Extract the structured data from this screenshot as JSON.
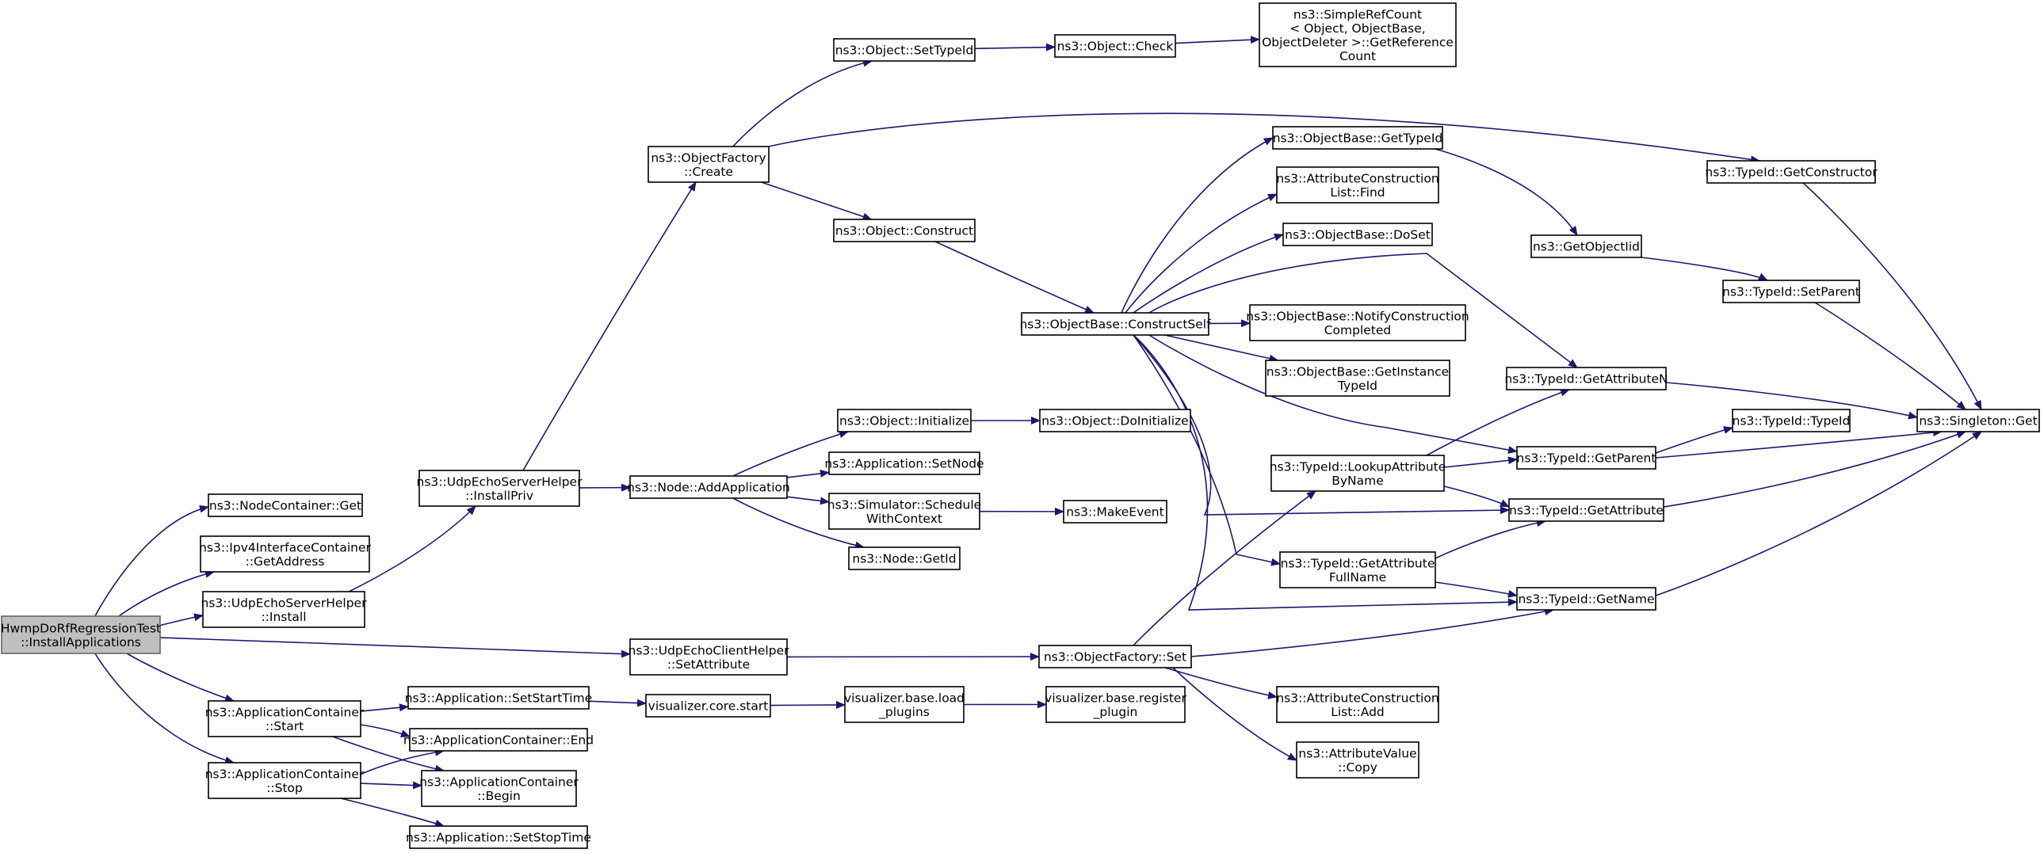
{
  "diagram": {
    "title": "",
    "edge_color": "#191970",
    "root_fill": "#bfbfbf",
    "nodes": [
      {
        "id": "root",
        "lines": [
          "HwmpDoRfRegressionTest",
          "::InstallApplications"
        ]
      },
      {
        "id": "nc_get",
        "lines": [
          "ns3::NodeContainer::Get"
        ]
      },
      {
        "id": "ipv4_getaddr",
        "lines": [
          "ns3::Ipv4InterfaceContainer",
          "::GetAddress"
        ]
      },
      {
        "id": "udpserver_install",
        "lines": [
          "ns3::UdpEchoServerHelper",
          "::Install"
        ]
      },
      {
        "id": "ac_start",
        "lines": [
          "ns3::ApplicationContainer",
          "::Start"
        ]
      },
      {
        "id": "ac_stop",
        "lines": [
          "ns3::ApplicationContainer",
          "::Stop"
        ]
      },
      {
        "id": "udpserver_installpriv",
        "lines": [
          "ns3::UdpEchoServerHelper",
          "::InstallPriv"
        ]
      },
      {
        "id": "app_setstarttime",
        "lines": [
          "ns3::Application::SetStartTime"
        ]
      },
      {
        "id": "ac_end",
        "lines": [
          "ns3::ApplicationContainer::End"
        ]
      },
      {
        "id": "ac_begin",
        "lines": [
          "ns3::ApplicationContainer",
          "::Begin"
        ]
      },
      {
        "id": "app_setstoptime",
        "lines": [
          "ns3::Application::SetStopTime"
        ]
      },
      {
        "id": "objfactory_create",
        "lines": [
          "ns3::ObjectFactory",
          "::Create"
        ]
      },
      {
        "id": "node_addapp",
        "lines": [
          "ns3::Node::AddApplication"
        ]
      },
      {
        "id": "udpclient_setattr",
        "lines": [
          "ns3::UdpEchoClientHelper",
          "::SetAttribute"
        ]
      },
      {
        "id": "viz_core_start",
        "lines": [
          "visualizer.core.start"
        ]
      },
      {
        "id": "obj_settypeid",
        "lines": [
          "ns3::Object::SetTypeId"
        ]
      },
      {
        "id": "obj_construct",
        "lines": [
          "ns3::Object::Construct"
        ]
      },
      {
        "id": "obj_initialize",
        "lines": [
          "ns3::Object::Initialize"
        ]
      },
      {
        "id": "app_setnode",
        "lines": [
          "ns3::Application::SetNode"
        ]
      },
      {
        "id": "sim_schedule",
        "lines": [
          "ns3::Simulator::Schedule",
          "WithContext"
        ]
      },
      {
        "id": "node_getid",
        "lines": [
          "ns3::Node::GetId"
        ]
      },
      {
        "id": "viz_load_plugins",
        "lines": [
          "visualizer.base.load",
          "_plugins"
        ]
      },
      {
        "id": "obj_check",
        "lines": [
          "ns3::Object::Check"
        ]
      },
      {
        "id": "objbase_constructself",
        "lines": [
          "ns3::ObjectBase::ConstructSelf"
        ]
      },
      {
        "id": "obj_doinitialize",
        "lines": [
          "ns3::Object::DoInitialize"
        ]
      },
      {
        "id": "makeevent",
        "lines": [
          "ns3::MakeEvent"
        ]
      },
      {
        "id": "objfactory_set",
        "lines": [
          "ns3::ObjectFactory::Set"
        ]
      },
      {
        "id": "viz_register_plugin",
        "lines": [
          "visualizer.base.register",
          "_plugin"
        ]
      },
      {
        "id": "simplerefcount",
        "lines": [
          "ns3::SimpleRefCount",
          "< Object, ObjectBase,",
          "ObjectDeleter >::GetReference",
          "Count"
        ]
      },
      {
        "id": "objbase_gettypeid",
        "lines": [
          "ns3::ObjectBase::GetTypeId"
        ]
      },
      {
        "id": "acl_find",
        "lines": [
          "ns3::AttributeConstruction",
          "List::Find"
        ]
      },
      {
        "id": "objbase_doset",
        "lines": [
          "ns3::ObjectBase::DoSet"
        ]
      },
      {
        "id": "objbase_notify",
        "lines": [
          "ns3::ObjectBase::NotifyConstruction",
          "Completed"
        ]
      },
      {
        "id": "objbase_getinstance",
        "lines": [
          "ns3::ObjectBase::GetInstance",
          "TypeId"
        ]
      },
      {
        "id": "typeid_lookupattr",
        "lines": [
          "ns3::TypeId::LookupAttribute",
          "ByName"
        ]
      },
      {
        "id": "typeid_getattrfullname",
        "lines": [
          "ns3::TypeId::GetAttribute",
          "FullName"
        ]
      },
      {
        "id": "acl_add",
        "lines": [
          "ns3::AttributeConstruction",
          "List::Add"
        ]
      },
      {
        "id": "attrvalue_copy",
        "lines": [
          "ns3::AttributeValue",
          "::Copy"
        ]
      },
      {
        "id": "getobjectiid",
        "lines": [
          "ns3::GetObjectIid"
        ]
      },
      {
        "id": "typeid_getattrn",
        "lines": [
          "ns3::TypeId::GetAttributeN"
        ]
      },
      {
        "id": "typeid_getparent",
        "lines": [
          "ns3::TypeId::GetParent"
        ]
      },
      {
        "id": "typeid_getattribute",
        "lines": [
          "ns3::TypeId::GetAttribute"
        ]
      },
      {
        "id": "typeid_getname",
        "lines": [
          "ns3::TypeId::GetName"
        ]
      },
      {
        "id": "typeid_getconstructor",
        "lines": [
          "ns3::TypeId::GetConstructor"
        ]
      },
      {
        "id": "typeid_setparent",
        "lines": [
          "ns3::TypeId::SetParent"
        ]
      },
      {
        "id": "typeid_typeid",
        "lines": [
          "ns3::TypeId::TypeId"
        ]
      },
      {
        "id": "singleton_get",
        "lines": [
          "ns3::Singleton::Get"
        ]
      }
    ],
    "edges": [
      [
        "root",
        "nc_get"
      ],
      [
        "root",
        "ipv4_getaddr"
      ],
      [
        "root",
        "udpserver_install"
      ],
      [
        "root",
        "udpclient_setattr"
      ],
      [
        "root",
        "ac_start"
      ],
      [
        "root",
        "ac_stop"
      ],
      [
        "udpserver_install",
        "udpserver_installpriv"
      ],
      [
        "udpserver_installpriv",
        "objfactory_create"
      ],
      [
        "udpserver_installpriv",
        "node_addapp"
      ],
      [
        "ac_start",
        "app_setstarttime"
      ],
      [
        "ac_start",
        "ac_end"
      ],
      [
        "ac_start",
        "ac_begin"
      ],
      [
        "ac_stop",
        "ac_end"
      ],
      [
        "ac_stop",
        "ac_begin"
      ],
      [
        "ac_stop",
        "app_setstoptime"
      ],
      [
        "app_setstarttime",
        "viz_core_start"
      ],
      [
        "viz_core_start",
        "viz_load_plugins"
      ],
      [
        "viz_load_plugins",
        "viz_register_plugin"
      ],
      [
        "objfactory_create",
        "obj_settypeid"
      ],
      [
        "objfactory_create",
        "obj_construct"
      ],
      [
        "objfactory_create",
        "typeid_getconstructor"
      ],
      [
        "obj_settypeid",
        "obj_check"
      ],
      [
        "obj_check",
        "simplerefcount"
      ],
      [
        "obj_construct",
        "objbase_constructself"
      ],
      [
        "node_addapp",
        "obj_initialize"
      ],
      [
        "node_addapp",
        "app_setnode"
      ],
      [
        "node_addapp",
        "sim_schedule"
      ],
      [
        "node_addapp",
        "node_getid"
      ],
      [
        "obj_initialize",
        "obj_doinitialize"
      ],
      [
        "sim_schedule",
        "makeevent"
      ],
      [
        "udpclient_setattr",
        "objfactory_set"
      ],
      [
        "objfactory_set",
        "typeid_lookupattr"
      ],
      [
        "objfactory_set",
        "typeid_getname"
      ],
      [
        "objfactory_set",
        "acl_add"
      ],
      [
        "objfactory_set",
        "attrvalue_copy"
      ],
      [
        "objbase_constructself",
        "objbase_gettypeid"
      ],
      [
        "objbase_constructself",
        "acl_find"
      ],
      [
        "objbase_constructself",
        "objbase_doset"
      ],
      [
        "objbase_constructself",
        "objbase_notify"
      ],
      [
        "objbase_constructself",
        "objbase_getinstance"
      ],
      [
        "objbase_constructself",
        "typeid_getattrn"
      ],
      [
        "objbase_constructself",
        "typeid_getparent"
      ],
      [
        "objbase_constructself",
        "typeid_getattribute"
      ],
      [
        "objbase_constructself",
        "typeid_getattrfullname"
      ],
      [
        "objbase_constructself",
        "typeid_getname"
      ],
      [
        "objbase_gettypeid",
        "getobjectiid"
      ],
      [
        "getobjectiid",
        "typeid_setparent"
      ],
      [
        "typeid_setparent",
        "singleton_get"
      ],
      [
        "typeid_getconstructor",
        "singleton_get"
      ],
      [
        "typeid_lookupattr",
        "typeid_getattrn"
      ],
      [
        "typeid_lookupattr",
        "typeid_getparent"
      ],
      [
        "typeid_lookupattr",
        "typeid_getattribute"
      ],
      [
        "typeid_getattrfullname",
        "typeid_getattribute"
      ],
      [
        "typeid_getattrfullname",
        "typeid_getname"
      ],
      [
        "typeid_getattrn",
        "singleton_get"
      ],
      [
        "typeid_getparent",
        "typeid_typeid"
      ],
      [
        "typeid_getparent",
        "singleton_get"
      ],
      [
        "typeid_getattribute",
        "singleton_get"
      ],
      [
        "typeid_getname",
        "singleton_get"
      ]
    ]
  }
}
